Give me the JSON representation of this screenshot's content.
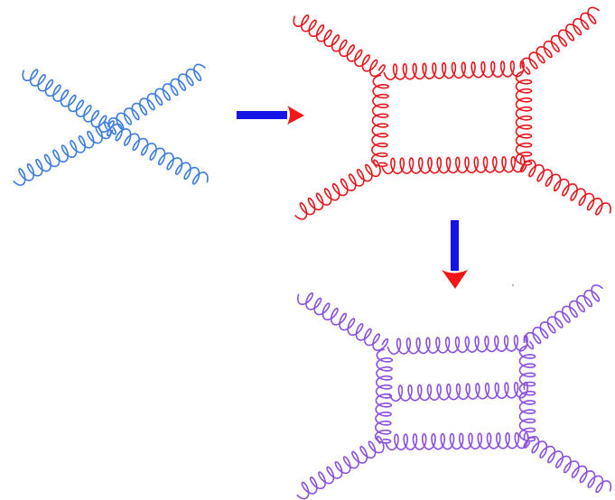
{
  "colors": {
    "tree_level": "#3a7bdc",
    "one_loop": "#e8141c",
    "two_loop": "#8a4fe0",
    "arrow_shaft": "#1414e6",
    "arrow_head": "#f21818"
  },
  "diagrams": [
    {
      "id": "tree",
      "kind": "four-gluon-vertex",
      "color_key": "tree_level"
    },
    {
      "id": "one-loop",
      "kind": "box",
      "color_key": "one_loop"
    },
    {
      "id": "two-loop",
      "kind": "double-box",
      "color_key": "two_loop"
    }
  ],
  "arrows": [
    {
      "from": "tree",
      "to": "one-loop",
      "direction": "right"
    },
    {
      "from": "one-loop",
      "to": "two-loop",
      "direction": "down"
    }
  ]
}
